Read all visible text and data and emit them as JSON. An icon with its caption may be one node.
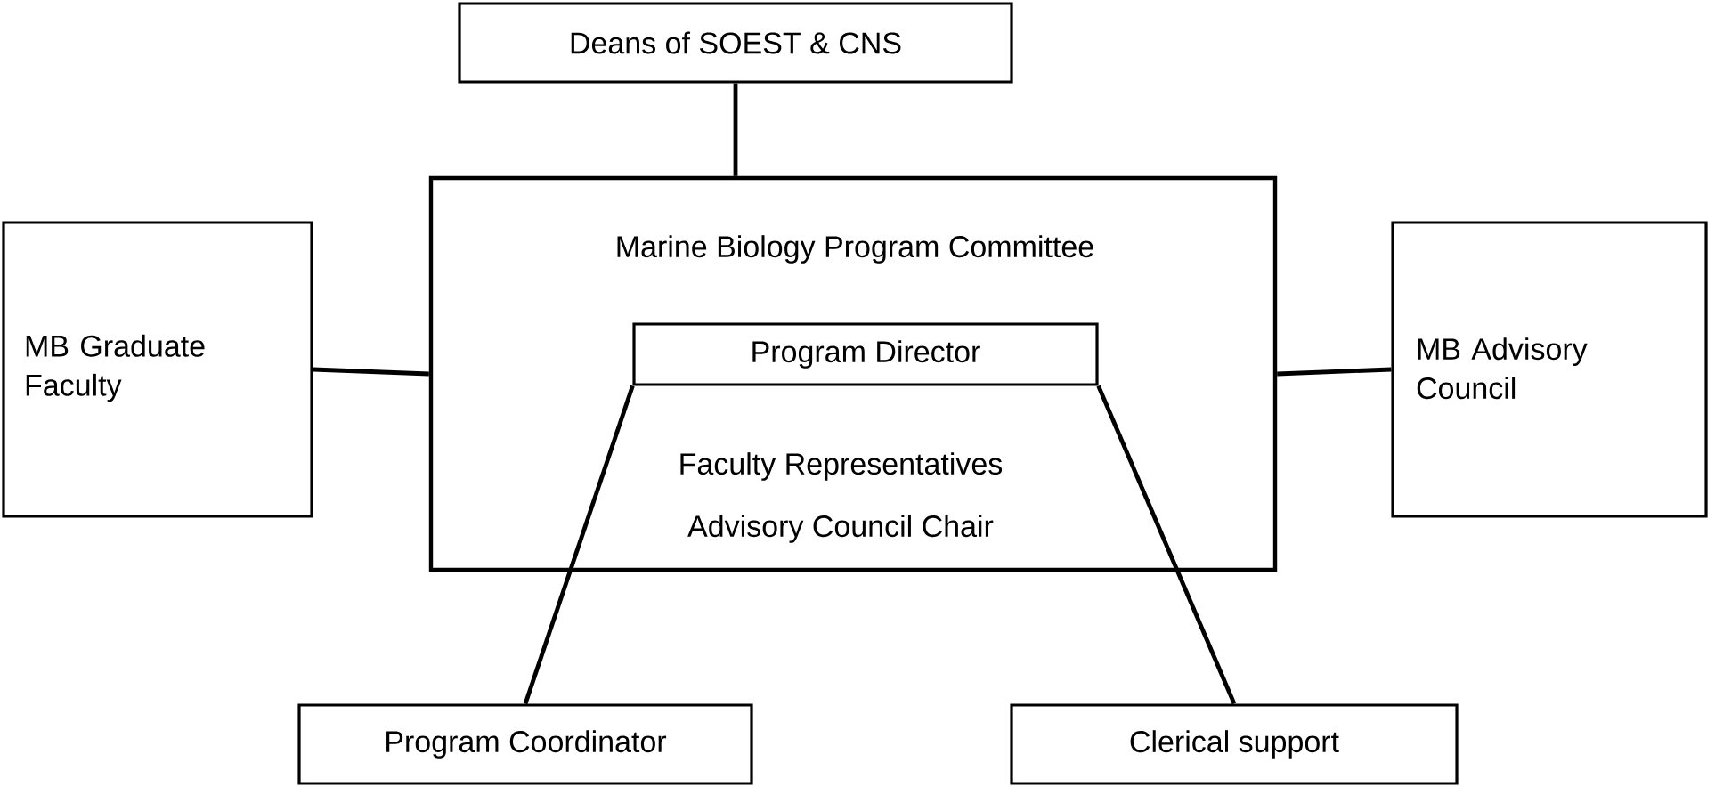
{
  "diagram": {
    "nodes": [
      {
        "text": [
          "Deans of SOEST & CNS"
        ]
      },
      {
        "text": [
          "Marine Biology Program Committee",
          "Faculty Representatives",
          "Advisory Council Chair"
        ]
      },
      {
        "text": [
          "Program Director"
        ],
        "in": 1
      },
      {
        "text": [
          "MB Graduate Faculty"
        ]
      },
      {
        "text": [
          "MB Advisory Council"
        ]
      },
      {
        "text": [
          "Program Coordinator"
        ]
      },
      {
        "text": [
          "Clerical support"
        ]
      }
    ],
    "edges": [
      {
        "from": 0,
        "to": 1,
        "arrow": "none"
      },
      {
        "from": 3,
        "to": 1,
        "arrow": "none"
      },
      {
        "from": 1,
        "to": 4,
        "arrow": "none"
      },
      {
        "from": 2,
        "to": 5,
        "arrow": "none"
      },
      {
        "from": 2,
        "to": 6,
        "arrow": "none"
      }
    ]
  }
}
